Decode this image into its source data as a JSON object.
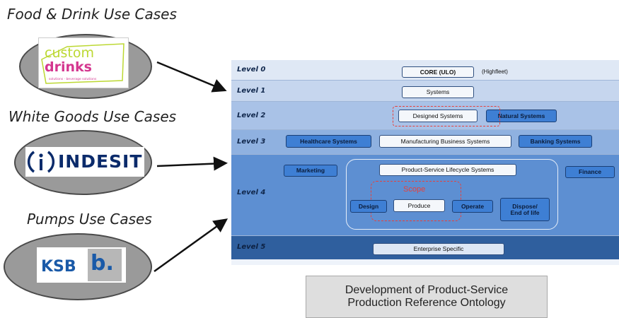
{
  "use_cases": [
    {
      "title": "Food & Drink Use Cases",
      "logo_line1": "custom",
      "logo_line2": "drinks",
      "logo_tagline": "solutions · beverage solutions"
    },
    {
      "title": "White Goods Use Cases",
      "logo_text": "INDESIT"
    },
    {
      "title": "Pumps Use Cases",
      "logo_text": "KSB",
      "logo_mark": "b."
    }
  ],
  "levels": {
    "l0": "Level 0",
    "l1": "Level 1",
    "l2": "Level 2",
    "l3": "Level 3",
    "l4": "Level 4",
    "l5": "Level 5"
  },
  "nodes": {
    "core": "CORE (ULO)",
    "core_note": "(Highfleet)",
    "systems": "Systems",
    "designed_systems": "Designed Systems",
    "natural_systems": "Natural Systems",
    "healthcare": "Healthcare Systems",
    "manufacturing": "Manufacturing Business Systems",
    "banking": "Banking Systems",
    "marketing": "Marketing",
    "psls": "Product-Service Lifecycle Systems",
    "finance": "Finance",
    "scope": "Scope",
    "design": "Design",
    "produce": "Produce",
    "operate": "Operate",
    "dispose_1": "Dispose/",
    "dispose_2": "End of life",
    "enterprise": "Enterprise Specific"
  },
  "caption": {
    "line1": "Development of Product-Service",
    "line2": "Production Reference Ontology"
  },
  "colors": {
    "level_light": "#d7e3f3",
    "level_mid": "#8fb1e0",
    "level_dark": "#2f5f9e",
    "scope_red": "#e8403a",
    "box_blue": "#3e7fd4"
  }
}
